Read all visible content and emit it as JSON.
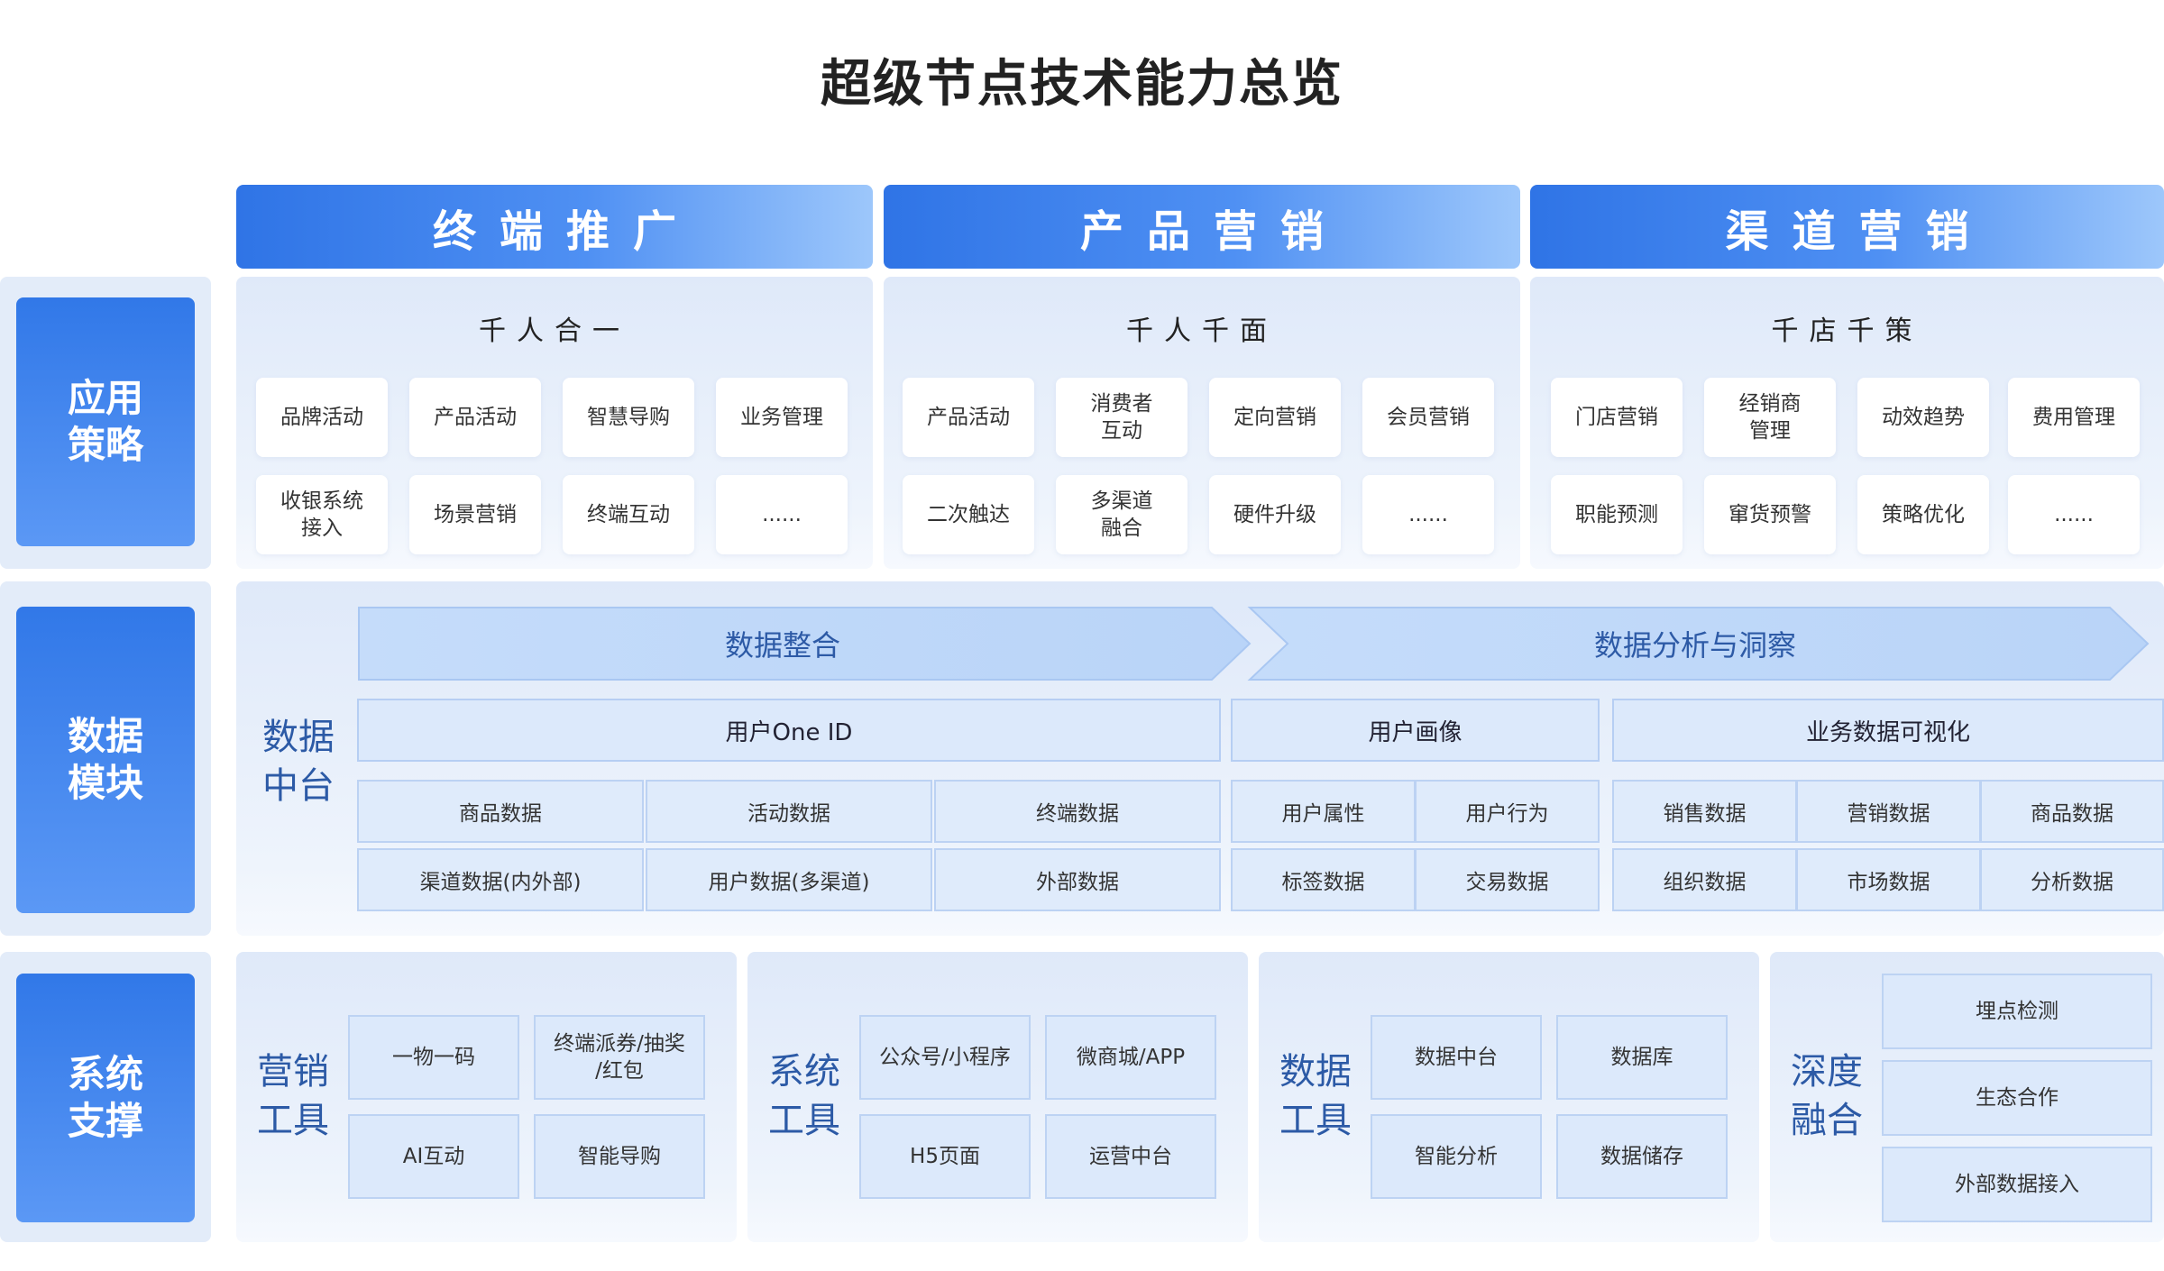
{
  "title": "超级节点技术能力总览",
  "columns": [
    "终端推广",
    "产品营销",
    "渠道营销"
  ],
  "rows": {
    "app": "应用\n策略",
    "data": "数据\n模块",
    "system": "系统\n支撑"
  },
  "app_sections": [
    {
      "title": "千人合一",
      "items": [
        "品牌活动",
        "产品活动",
        "智慧导购",
        "业务管理",
        "收银系统\n接入",
        "场景营销",
        "终端互动",
        "......"
      ]
    },
    {
      "title": "千人千面",
      "items": [
        "产品活动",
        "消费者\n互动",
        "定向营销",
        "会员营销",
        "二次触达",
        "多渠道\n融合",
        "硬件升级",
        "......"
      ]
    },
    {
      "title": "千店千策",
      "items": [
        "门店营销",
        "经销商\n管理",
        "动效趋势",
        "费用管理",
        "职能预测",
        "窜货预警",
        "策略优化",
        "......"
      ]
    }
  ],
  "data_module": {
    "label": "数据\n中台",
    "arrow1": "数据整合",
    "arrow2": "数据分析与洞察",
    "band1": {
      "title": "用户One ID",
      "cells": [
        "商品数据",
        "活动数据",
        "终端数据",
        "渠道数据(内外部)",
        "用户数据(多渠道)",
        "外部数据"
      ]
    },
    "band2": {
      "title": "用户画像",
      "cells": [
        "用户属性",
        "用户行为",
        "标签数据",
        "交易数据"
      ]
    },
    "band3": {
      "title": "业务数据可视化",
      "cells": [
        "销售数据",
        "营销数据",
        "商品数据",
        "组织数据",
        "市场数据",
        "分析数据"
      ]
    }
  },
  "system_support": [
    {
      "label": "营销\n工具",
      "items": [
        "一物一码",
        "终端派券/抽奖\n/红包",
        "AI互动",
        "智能导购"
      ]
    },
    {
      "label": "系统\n工具",
      "items": [
        "公众号/小程序",
        "微商城/APP",
        "H5页面",
        "运营中台"
      ]
    },
    {
      "label": "数据\n工具",
      "items": [
        "数据中台",
        "数据库",
        "智能分析",
        "数据储存"
      ]
    },
    {
      "label": "深度\n融合",
      "items": [
        "埋点检测",
        "生态合作",
        "外部数据接入"
      ]
    }
  ]
}
